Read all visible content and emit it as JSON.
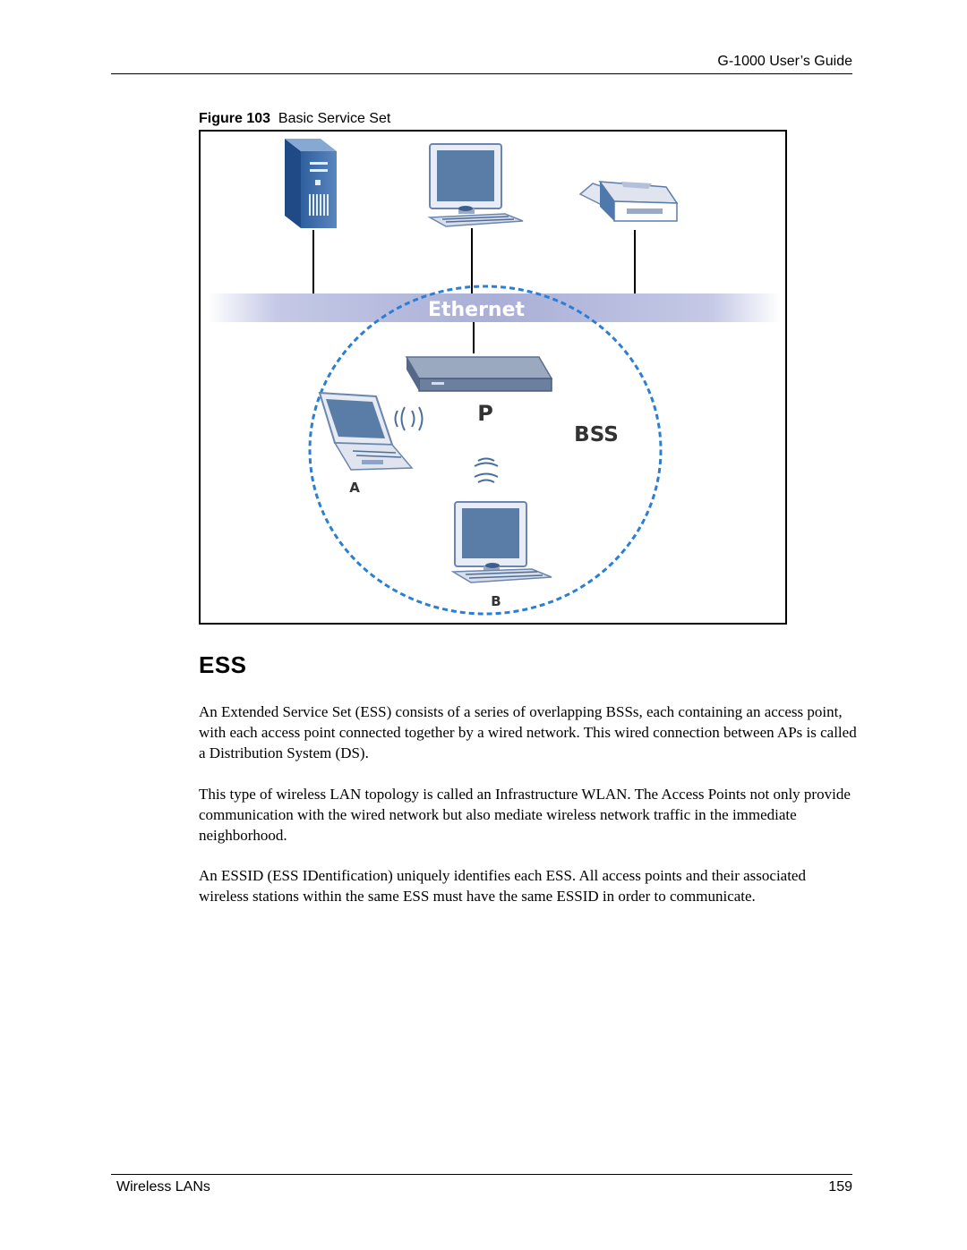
{
  "header": {
    "title": "G-1000 User’s Guide"
  },
  "figure": {
    "number_label": "Figure 103",
    "caption": "Basic Service Set",
    "diagram": {
      "ethernet_label": "Ethernet",
      "ap_label": "P",
      "bss_label": "BSS",
      "station_a_label": "A",
      "station_b_label": "B",
      "colors": {
        "ethernet_band": "#b9bfe0",
        "circle": "#2a7fd4",
        "device_blue": "#4a6e9c"
      },
      "icons": [
        "server-tower-icon",
        "desktop-computer-icon",
        "printer-icon",
        "access-point-icon",
        "laptop-icon",
        "desktop-computer-icon",
        "wireless-signal-icon"
      ]
    }
  },
  "section": {
    "heading": "ESS",
    "paragraphs": [
      "An Extended Service Set (ESS) consists of a series of overlapping BSSs, each containing an access point, with each access point connected together by a wired network. This wired connection between APs is called a Distribution System (DS).",
      "This type of wireless LAN topology is called an Infrastructure WLAN. The Access Points not only provide communication with the wired network but also mediate wireless network traffic in the immediate neighborhood.",
      "An ESSID (ESS IDentification) uniquely identifies each ESS. All access points and their associated wireless stations within the same ESS must have the same ESSID in order to communicate."
    ]
  },
  "footer": {
    "section_name": "Wireless LANs",
    "page_number": "159"
  }
}
